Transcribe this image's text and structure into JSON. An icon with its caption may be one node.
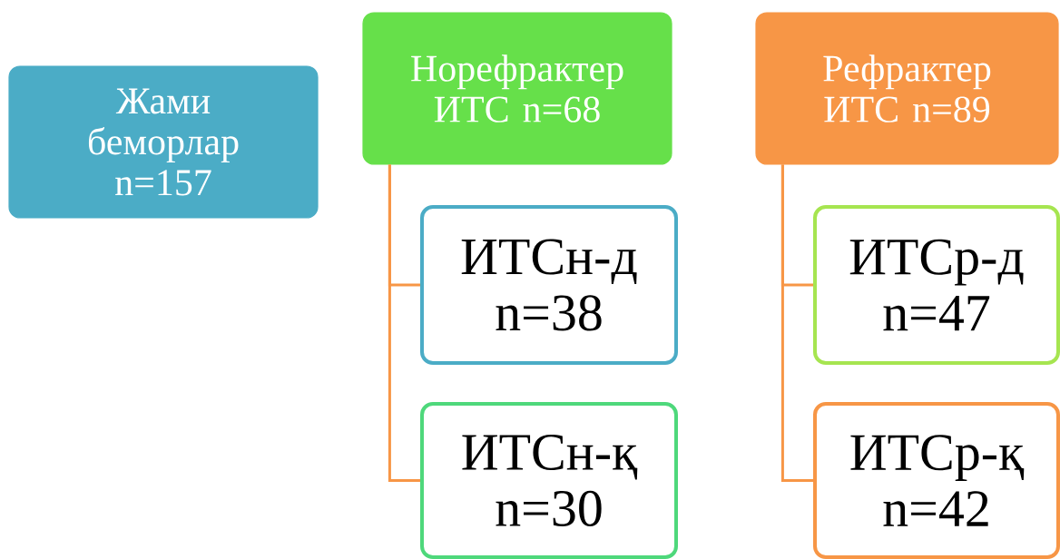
{
  "diagram": {
    "nodes": [
      {
        "text": [
          "Жами беморлар n=157"
        ]
      },
      {
        "text": [
          "Норефрактер ИТС n=68"
        ]
      },
      {
        "text": [
          "Рефрактер ИТС n=89"
        ]
      },
      {
        "text": [
          "ИТСн-д n=38"
        ]
      },
      {
        "text": [
          "ИТСн-қ n=30"
        ]
      },
      {
        "text": [
          "ИТСр-д n=47"
        ]
      },
      {
        "text": [
          "ИТСр-қ n=42"
        ]
      }
    ],
    "edges": [
      {
        "from": 1,
        "to": 3,
        "arrow": "none"
      },
      {
        "from": 1,
        "to": 4,
        "arrow": "none"
      },
      {
        "from": 2,
        "to": 5,
        "arrow": "none"
      },
      {
        "from": 2,
        "to": 6,
        "arrow": "none"
      }
    ]
  }
}
